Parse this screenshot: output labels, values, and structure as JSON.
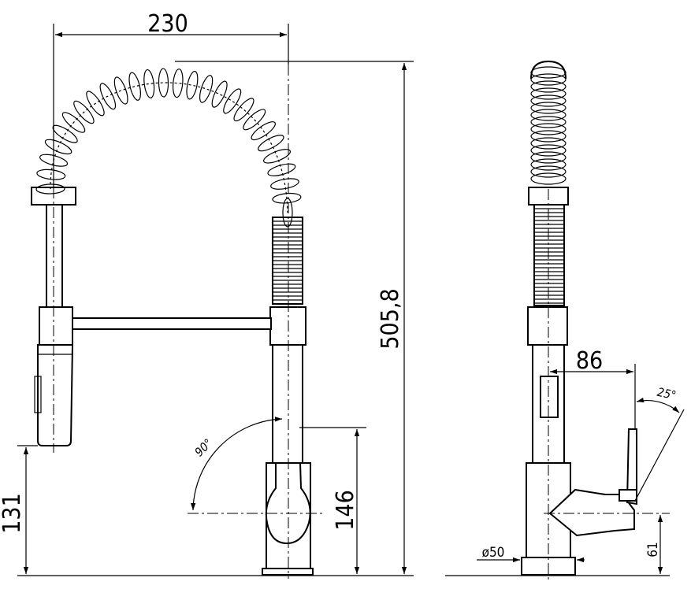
{
  "dimensions": {
    "width_230": "230",
    "height_505_8": "505,8",
    "height_131": "131",
    "height_146": "146",
    "angle_90": "90°",
    "reach_86": "86",
    "angle_25": "25°",
    "diameter_50": "ø50",
    "height_61": "61"
  }
}
